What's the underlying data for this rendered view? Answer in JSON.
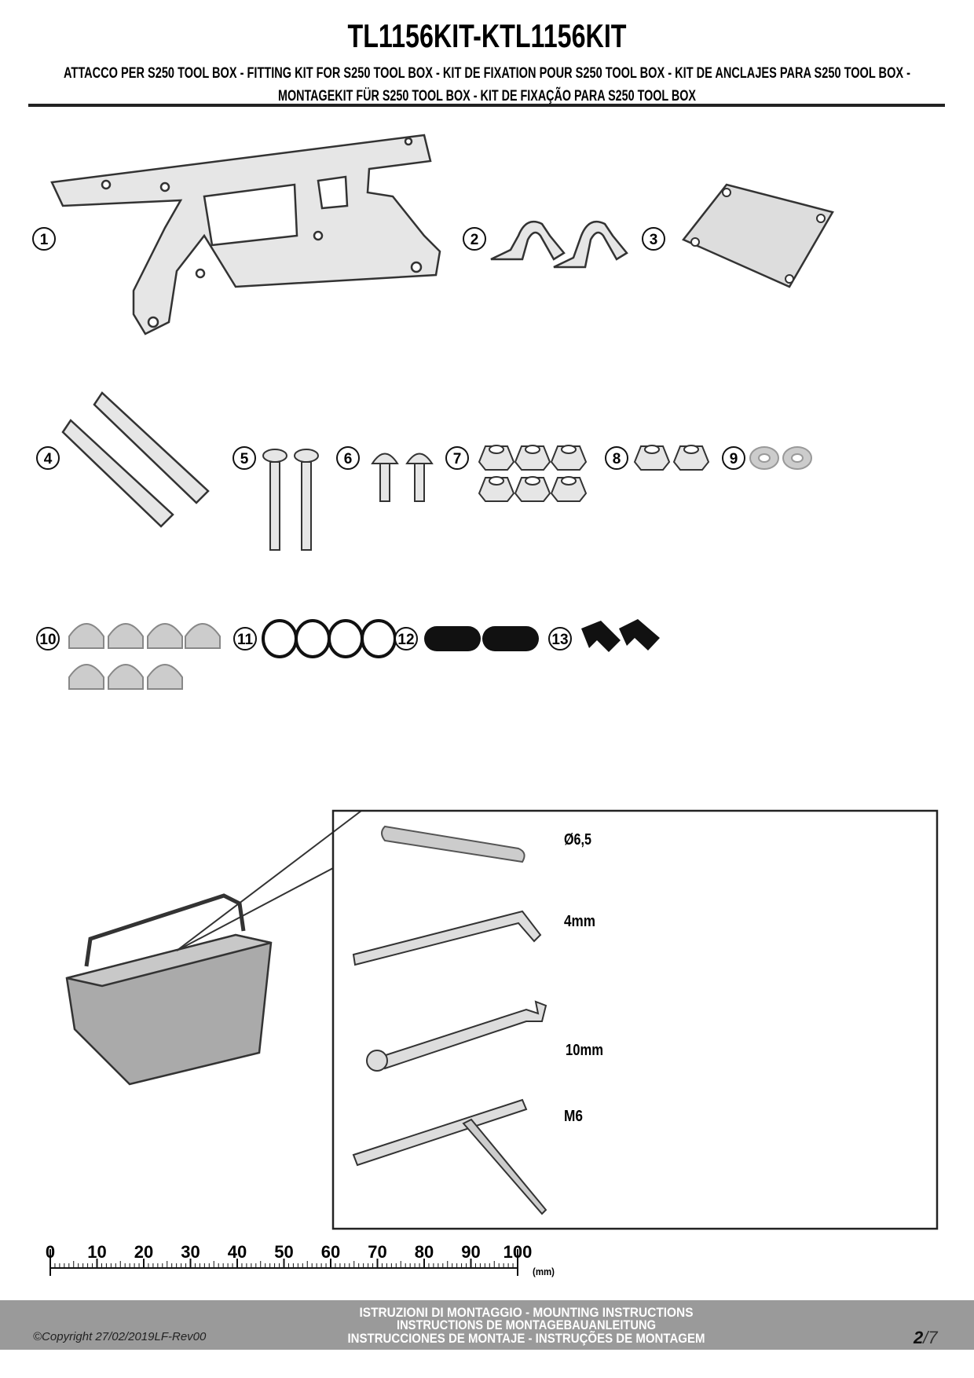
{
  "header": {
    "title": "TL1156KIT-KTL1156KIT",
    "subtitle_line1": "ATTACCO  PER S250 TOOL BOX - FITTING KIT FOR S250 TOOL BOX - KIT DE FIXATION POUR S250 TOOL BOX - KIT DE ANCLAJES PARA S250 TOOL BOX -",
    "subtitle_line2": "MONTAGEKIT FÜR S250 TOOL BOX - KIT DE FIXAÇÃO PARA S250 TOOL BOX"
  },
  "parts": [
    "1",
    "2",
    "3",
    "4",
    "5",
    "6",
    "7",
    "8",
    "9",
    "10",
    "11",
    "12",
    "13"
  ],
  "tools": {
    "drill_bit": "Ø6,5",
    "allen_key": "4mm",
    "wrench": "10mm",
    "tap": "M6"
  },
  "ruler": {
    "labels": [
      "0",
      "10",
      "20",
      "30",
      "40",
      "50",
      "60",
      "70",
      "80",
      "90",
      "100"
    ],
    "unit": "(mm)",
    "max_mm": 100
  },
  "footer": {
    "copyright": "©Copyright 27/02/2019LF-Rev00",
    "line1": "ISTRUZIONI DI MONTAGGIO  -  MOUNTING INSTRUCTIONS",
    "line2": "INSTRUCTIONS DE MONTAGEBAUANLEITUNG",
    "line3": "INSTRUCCIONES DE MONTAJE - INSTRUÇÕES DE MONTAGEM",
    "page_current": "2",
    "page_total": "/7"
  }
}
